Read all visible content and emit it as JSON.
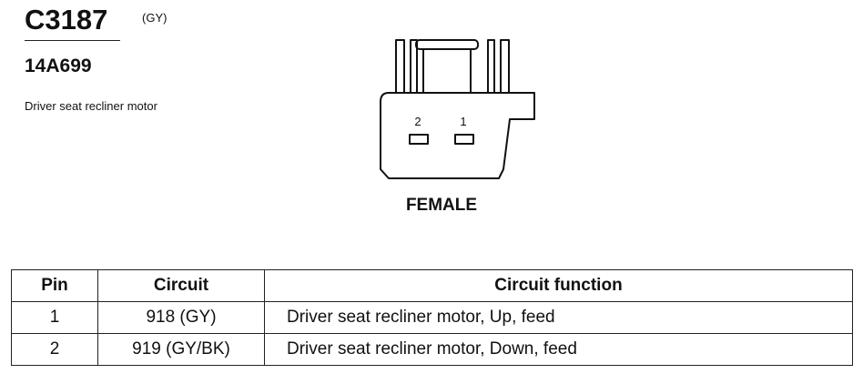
{
  "connector": {
    "id": "C3187",
    "color_code": "(GY)",
    "part_number": "14A699",
    "description": "Driver seat recliner motor",
    "gender": "FEMALE",
    "pin_labels": [
      "2",
      "1"
    ]
  },
  "table": {
    "headers": [
      "Pin",
      "Circuit",
      "Circuit function"
    ],
    "rows": [
      {
        "pin": "1",
        "circuit": "918 (GY)",
        "function": "Driver seat recliner motor, Up, feed"
      },
      {
        "pin": "2",
        "circuit": "919 (GY/BK)",
        "function": "Driver seat recliner motor, Down, feed"
      }
    ]
  }
}
